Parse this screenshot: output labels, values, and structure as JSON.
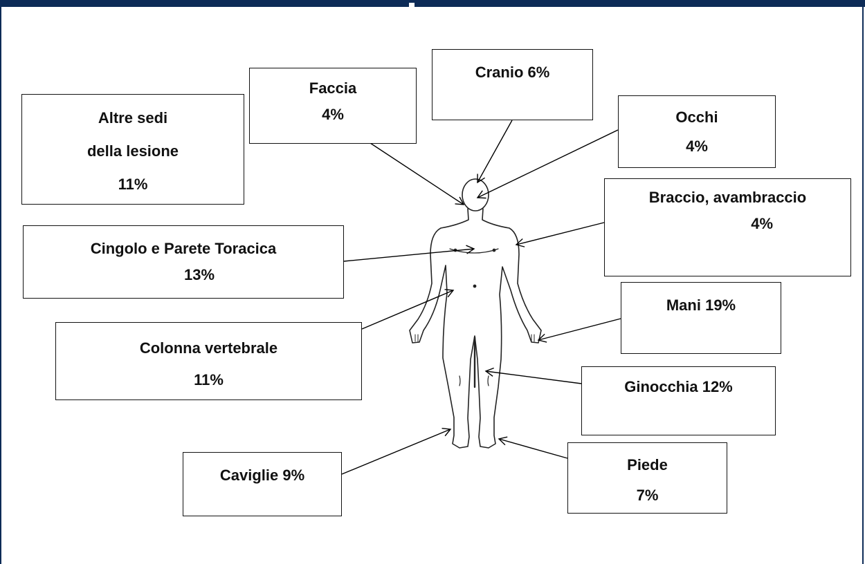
{
  "colors": {
    "frame": "#0d2b57",
    "text": "#111111",
    "lines": "#000000"
  },
  "labels": {
    "cranio": "Cranio 6%",
    "faccia_name": "Faccia",
    "faccia_pct": "4%",
    "altre_line1": "Altre sedi",
    "altre_line2": "della lesione",
    "altre_pct": "11%",
    "occhi_name": "Occhi",
    "occhi_pct": "4%",
    "braccio_name": "Braccio, avambraccio",
    "braccio_pct": "4%",
    "cingolo_name": "Cingolo e Parete Toracica",
    "cingolo_pct": "13%",
    "mani": "Mani 19%",
    "colonna_name": "Colonna vertebrale",
    "colonna_pct": "11%",
    "ginocchia": "Ginocchia 12%",
    "caviglie": "Caviglie 9%",
    "piede_name": "Piede",
    "piede_pct": "7%"
  }
}
